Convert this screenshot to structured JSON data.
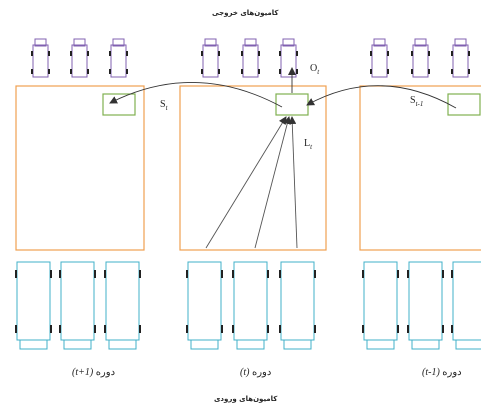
{
  "titles": {
    "outgoing": "کامیون‌های خروجی",
    "incoming": "کامیون‌های ورودی"
  },
  "periods": [
    {
      "word": "دوره",
      "value": "(t+1)"
    },
    {
      "word": "دوره",
      "value": "(t)"
    },
    {
      "word": "دوره",
      "value": "(t-1)"
    }
  ],
  "labels": {
    "s_t": {
      "base": "S",
      "sub": "t"
    },
    "s_t_minus_1": {
      "base": "S",
      "sub": "t-1"
    },
    "o_t": {
      "base": "O",
      "sub": "t"
    },
    "l_t": {
      "base": "L",
      "sub": "t"
    }
  },
  "colors": {
    "dock": "#F0A050",
    "storage": "#80B050",
    "outgoing_truck": "#8060B0",
    "incoming_truck": "#40B0C8",
    "wheel": "#222222",
    "arrow": "#333333"
  }
}
